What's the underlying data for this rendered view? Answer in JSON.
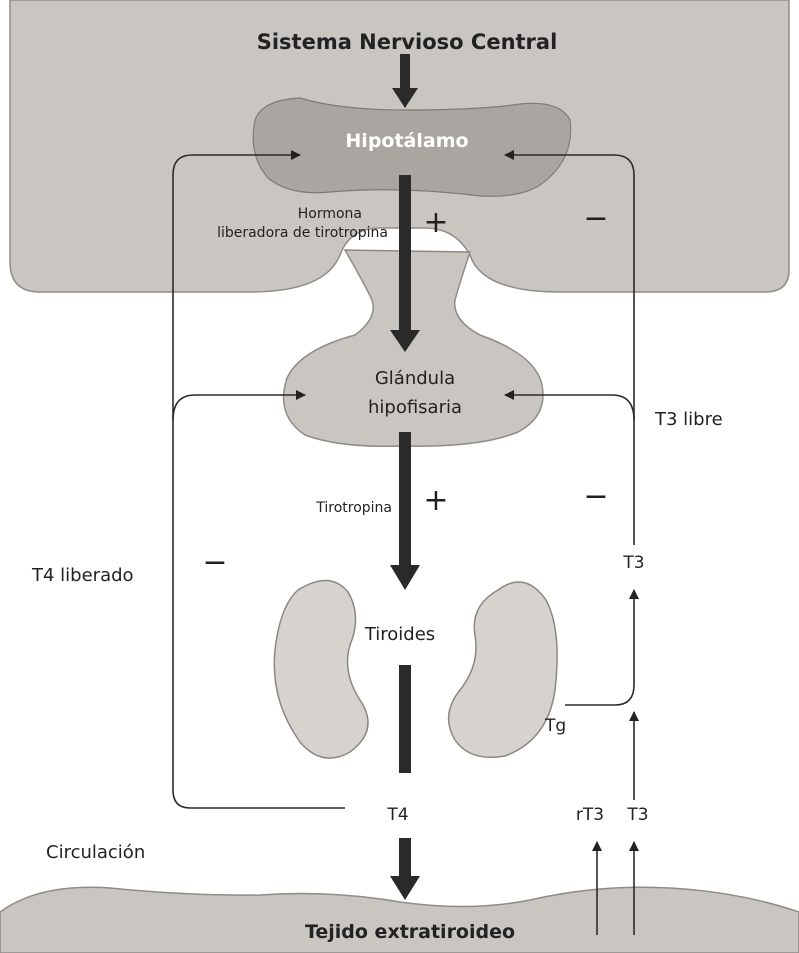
{
  "labels": {
    "cns": "Sistema Nervioso Central",
    "hypothalamus": "Hipotálamo",
    "trh_line1": "Hormona",
    "trh_line2": "liberadora de tirotropina",
    "pituitary_line1": "Glándula",
    "pituitary_line2": "hipofisaria",
    "tsh": "Tirotropina",
    "thyroid": "Tiroides",
    "tg": "Tg",
    "t4_released": "T4 liberado",
    "t3_free": "T3 libre",
    "t3_upper": "T3",
    "t4": "T4",
    "rt3": "rT3",
    "t3_lower": "T3",
    "circulation": "Circulación",
    "extrathyroid_tissue": "Tejido extratiroideo"
  },
  "signs": {
    "plus_trh": "+",
    "minus_upper": "−",
    "plus_tsh": "+",
    "minus_middle": "−",
    "minus_left": "−"
  },
  "colors": {
    "organ": "#c9c6c2",
    "organ_inner": "#a9a5a1",
    "arrow": "#2a2a2a"
  }
}
